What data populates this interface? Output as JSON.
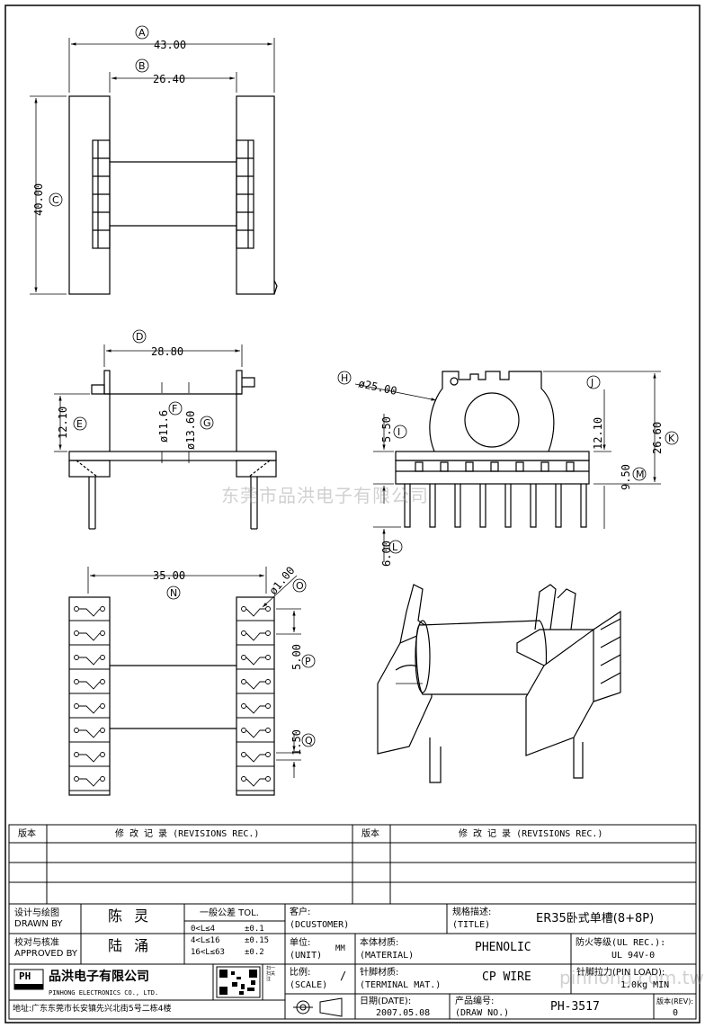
{
  "dimensions": {
    "A": {
      "letter": "A",
      "value": "43.00"
    },
    "B": {
      "letter": "B",
      "value": "26.40"
    },
    "C": {
      "letter": "C",
      "value": "40.00"
    },
    "D": {
      "letter": "D",
      "value": "28.80"
    },
    "E": {
      "letter": "E",
      "value": "12.10"
    },
    "F": {
      "letter": "F",
      "value": "ø11.6"
    },
    "G": {
      "letter": "G",
      "value": "ø13.60"
    },
    "H": {
      "letter": "H",
      "value": "ø25.00"
    },
    "I": {
      "letter": "I",
      "value": "5.50"
    },
    "J": {
      "letter": "J",
      "value": "12.10"
    },
    "K": {
      "letter": "K",
      "value": "26.60"
    },
    "L": {
      "letter": "L",
      "value": "6.00"
    },
    "M": {
      "letter": "M",
      "value": "9.50"
    },
    "N": {
      "letter": "N",
      "value": "35.00"
    },
    "O": {
      "letter": "O",
      "value": "ø1.00"
    },
    "P": {
      "letter": "P",
      "value": "5.00"
    },
    "Q": {
      "letter": "Q",
      "value": "1.50"
    }
  },
  "watermark": {
    "text": "东莞市品洪电子有限公司",
    "text2": "pinhong.com.tw"
  },
  "revisions": {
    "version_header": "版本",
    "record_header": "修 改 记 录 (REVISIONS REC.)"
  },
  "title_block": {
    "designer_label_cn": "设计与绘图",
    "designer_label_en": "DRAWN BY",
    "designer": "陈 灵",
    "approver_label_cn": "校对与核准",
    "approver_label_en": "APPROVED BY",
    "approver": "陆 涌",
    "tol_title": "一般公差 TOL.",
    "tol_rows": [
      {
        "range": "0<L≤4",
        "tol": "±0.1"
      },
      {
        "range": "4<L≤16",
        "tol": "±0.15"
      },
      {
        "range": "16<L≤63",
        "tol": "±0.2"
      }
    ],
    "customer_label_cn": "客户:",
    "customer_label_en": "(DCUSTOMER)",
    "title_label_cn": "规格描述:",
    "title_label_en": "(TITLE)",
    "title": "ER35卧式单槽(8+8P)",
    "unit_label_cn": "单位:",
    "unit_label_en": "(UNIT)",
    "unit": "MM",
    "material_label_cn": "本体材质:",
    "material_label_en": "(MATERIAL)",
    "material": "PHENOLIC",
    "ul_label_cn": "防火等级(UL REC.):",
    "ul": "UL 94V-0",
    "scale_label_cn": "比例:",
    "scale_label_en": "(SCALE)",
    "scale": "/",
    "terminal_label_cn": "针脚材质:",
    "terminal_label_en": "(TERMINAL MAT.)",
    "terminal": "CP WIRE",
    "pinload_label": "针脚拉力(PIN LOAD):",
    "pinload": "1.0kg MIN",
    "date_label_cn": "日期(DATE):",
    "date": "2007.05.08",
    "drawno_label_cn": "产品编号:",
    "drawno_label_en": "(DRAW NO.)",
    "drawno": "PH-3517",
    "rev_label_cn": "版本(REV):",
    "rev": "0",
    "company_cn": "品洪电子有限公司",
    "company_en": "PINHONG ELECTRONICS CO., LTD.",
    "logo": "PH",
    "address": "地址:广东东莞市长安镇先兴北街5号二栋4楼",
    "qr_caption": "扫一扫关注"
  }
}
